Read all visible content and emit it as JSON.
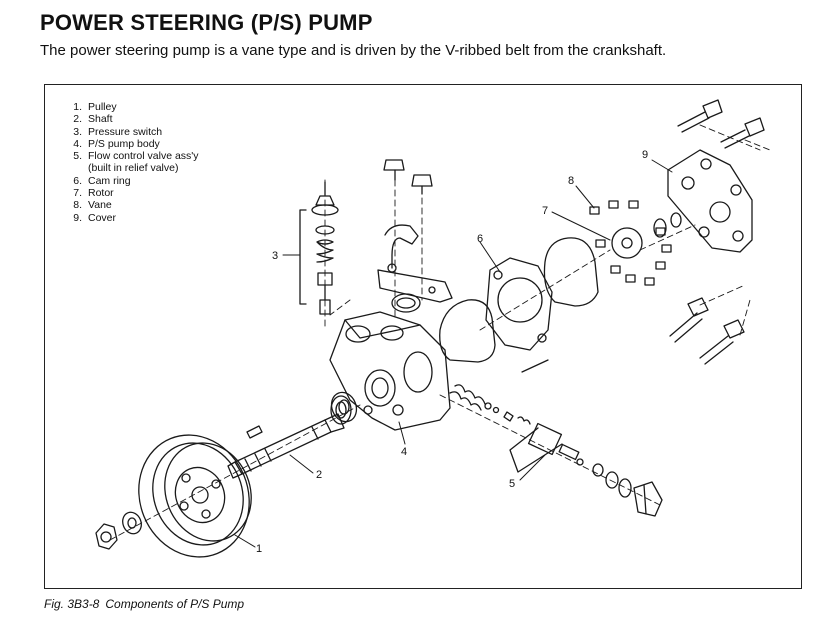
{
  "heading": "POWER STEERING (P/S) PUMP",
  "description": "The power steering pump is a vane type and is driven by the V-ribbed belt from the crankshaft.",
  "legend": [
    {
      "num": "1.",
      "label": "Pulley"
    },
    {
      "num": "2.",
      "label": "Shaft"
    },
    {
      "num": "3.",
      "label": "Pressure switch"
    },
    {
      "num": "4.",
      "label": "P/S pump body"
    },
    {
      "num": "5.",
      "label": "Flow control valve ass'y"
    },
    {
      "num": "",
      "label": "(built in relief valve)"
    },
    {
      "num": "6.",
      "label": "Cam ring"
    },
    {
      "num": "7.",
      "label": "Rotor"
    },
    {
      "num": "8.",
      "label": "Vane"
    },
    {
      "num": "9.",
      "label": "Cover"
    }
  ],
  "callouts": [
    "1",
    "2",
    "3",
    "4",
    "5",
    "6",
    "7",
    "8",
    "9"
  ],
  "caption": {
    "fig_number": "Fig. 3B3-8",
    "fig_title": "Components of P/S Pump"
  }
}
